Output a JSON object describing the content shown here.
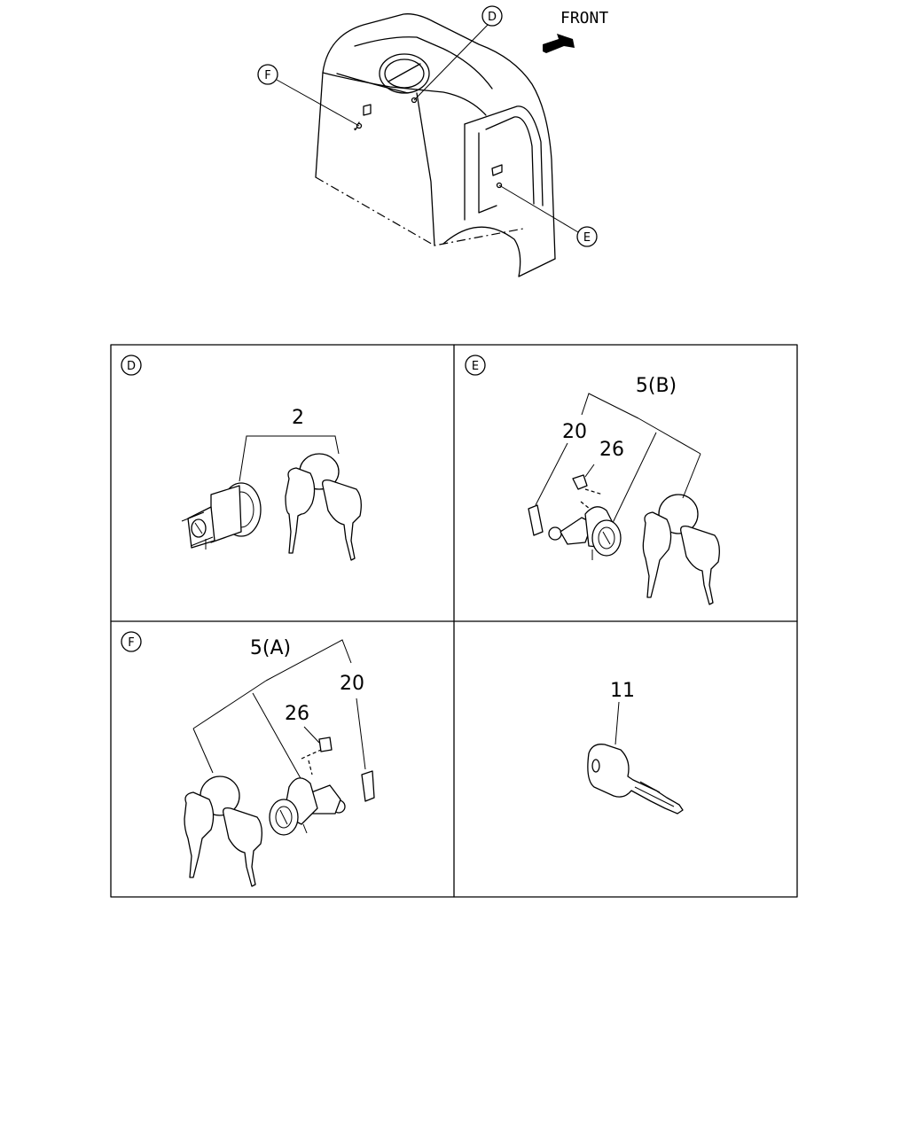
{
  "overview": {
    "direction_label": "FRONT",
    "callouts": [
      "D",
      "F",
      "E"
    ]
  },
  "panels": [
    {
      "id": "D",
      "parts": [
        "2"
      ]
    },
    {
      "id": "E",
      "parts": [
        "5(B)",
        "20",
        "26"
      ]
    },
    {
      "id": "F",
      "parts": [
        "5(A)",
        "20",
        "26"
      ]
    },
    {
      "id": "",
      "parts": [
        "11"
      ]
    }
  ]
}
